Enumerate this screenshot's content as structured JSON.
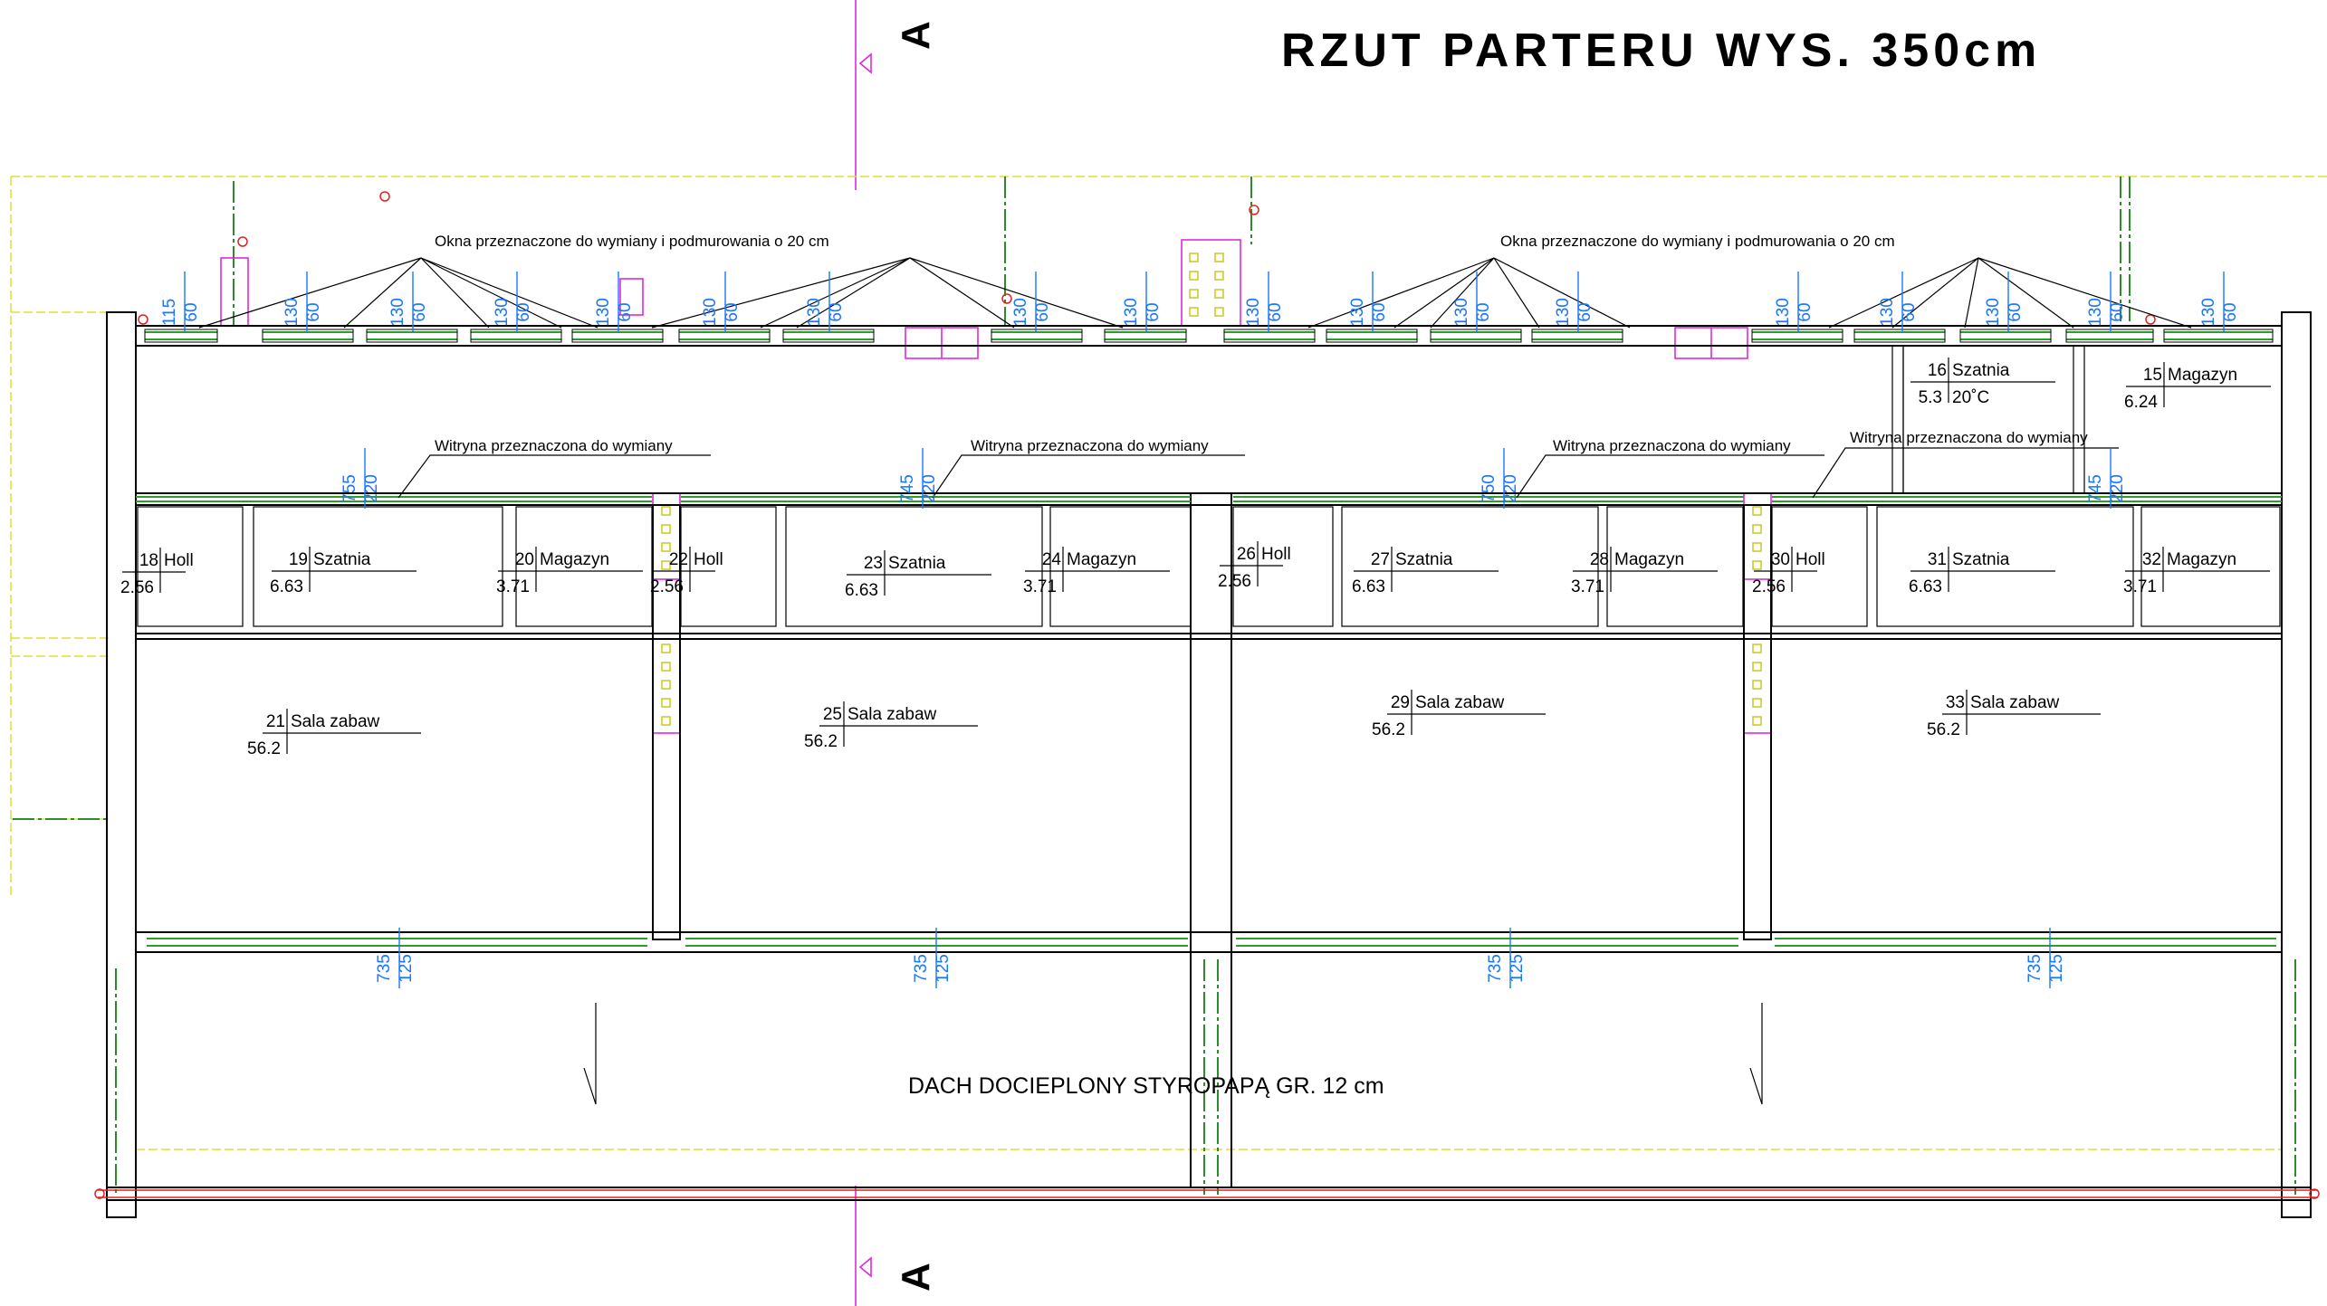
{
  "title": "RZUT PARTERU WYS. 350cm",
  "section_marker": "A",
  "notes": {
    "windows_left": "Okna przeznaczone do wymiany i podmurowania o 20 cm",
    "windows_right": "Okna przeznaczone do wymiany i podmurowania o 20 cm",
    "vitrine_1": "Witryna przeznaczona do wymiany",
    "vitrine_2": "Witryna przeznaczona do wymiany",
    "vitrine_3": "Witryna przeznaczona do wymiany",
    "vitrine_4": "Witryna przeznaczona do wymiany",
    "roof": "DACH DOCIEPLONY STYROPAPĄ GR. 12 cm"
  },
  "rooms": [
    {
      "no": "16",
      "name": "Szatnia",
      "area": "5.3",
      "extra": "20˚C"
    },
    {
      "no": "15",
      "name": "Magazyn",
      "area": "6.24"
    },
    {
      "no": "18",
      "name": "Holl",
      "area": "2.56"
    },
    {
      "no": "19",
      "name": "Szatnia",
      "area": "6.63"
    },
    {
      "no": "20",
      "name": "Magazyn",
      "area": "3.71"
    },
    {
      "no": "22",
      "name": "Holl",
      "area": "2.56"
    },
    {
      "no": "23",
      "name": "Szatnia",
      "area": "6.63"
    },
    {
      "no": "24",
      "name": "Magazyn",
      "area": "3.71"
    },
    {
      "no": "26",
      "name": "Holl",
      "area": "2.56"
    },
    {
      "no": "27",
      "name": "Szatnia",
      "area": "6.63"
    },
    {
      "no": "28",
      "name": "Magazyn",
      "area": "3.71"
    },
    {
      "no": "30",
      "name": "Holl",
      "area": "2.56"
    },
    {
      "no": "31",
      "name": "Szatnia",
      "area": "6.63"
    },
    {
      "no": "32",
      "name": "Magazyn",
      "area": "3.71"
    },
    {
      "no": "21",
      "name": "Sala zabaw",
      "area": "56.2"
    },
    {
      "no": "25",
      "name": "Sala zabaw",
      "area": "56.2"
    },
    {
      "no": "29",
      "name": "Sala zabaw",
      "area": "56.2"
    },
    {
      "no": "33",
      "name": "Sala zabaw",
      "area": "56.2"
    }
  ],
  "window_dims": [
    {
      "w": "115",
      "h": "60"
    },
    {
      "w": "130",
      "h": "60"
    },
    {
      "w": "130",
      "h": "60"
    },
    {
      "w": "130",
      "h": "60"
    },
    {
      "w": "130",
      "h": "60"
    },
    {
      "w": "130",
      "h": "60"
    },
    {
      "w": "130",
      "h": "60"
    },
    {
      "w": "130",
      "h": "60"
    },
    {
      "w": "130",
      "h": "60"
    },
    {
      "w": "130",
      "h": "60"
    },
    {
      "w": "130",
      "h": "60"
    },
    {
      "w": "130",
      "h": "60"
    },
    {
      "w": "130",
      "h": "60"
    },
    {
      "w": "130",
      "h": "60"
    },
    {
      "w": "130",
      "h": "60"
    },
    {
      "w": "130",
      "h": "60"
    },
    {
      "w": "130",
      "h": "60"
    },
    {
      "w": "130",
      "h": "60"
    }
  ],
  "vitrine_dims": [
    {
      "w": "755",
      "h": "220"
    },
    {
      "w": "745",
      "h": "220"
    },
    {
      "w": "750",
      "h": "220"
    },
    {
      "w": "745",
      "h": "220"
    }
  ],
  "south_dims": [
    {
      "w": "735",
      "h": "125"
    },
    {
      "w": "735",
      "h": "125"
    },
    {
      "w": "735",
      "h": "125"
    },
    {
      "w": "735",
      "h": "125"
    }
  ],
  "colors": {
    "dimension": "#1976ff",
    "window": "#2a9d2a",
    "axis": "#2d8a2d",
    "marker": "#e028e0",
    "hatch": "#dede3a",
    "edge": "#e02020"
  }
}
